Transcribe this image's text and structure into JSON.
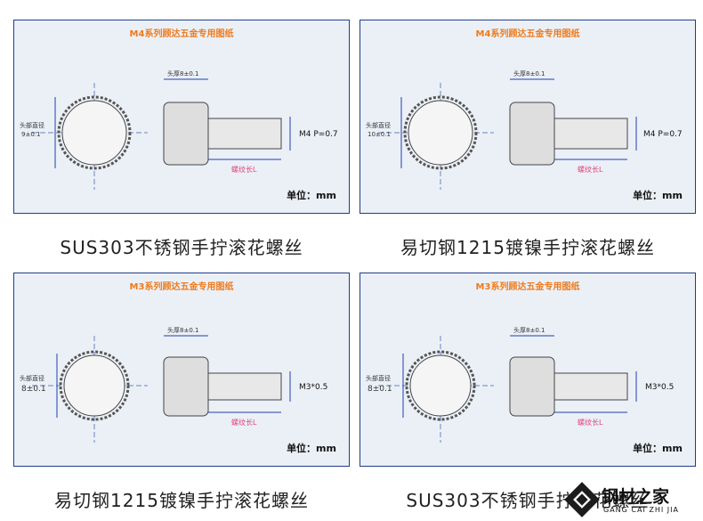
{
  "panels": [
    {
      "title": "M4系列顾达五金专用图纸",
      "dia_label": "头部直径",
      "dia_value": "9±0.1",
      "head_label": "头厚8±0.1",
      "thread": "M4  P=0.7",
      "thread_len": "螺纹长L",
      "unit": "单位：mm",
      "caption": "SUS303不锈钢手拧滚花螺丝"
    },
    {
      "title": "M4系列顾达五金专用图纸",
      "dia_label": "头部直径",
      "dia_value": "10±0.1",
      "head_label": "头厚8±0.1",
      "thread": "M4  P=0.7",
      "thread_len": "螺纹长L",
      "unit": "单位：mm",
      "caption": "易切钢1215镀镍手拧滚花螺丝"
    },
    {
      "title": "M3系列顾达五金专用图纸",
      "dia_label": "头部直径",
      "dia_value": "8±0.1",
      "head_label": "头厚8±0.1",
      "thread": "M3*0.5",
      "thread_len": "螺纹长L",
      "unit": "单位：mm",
      "caption": "易切钢1215镀镍手拧滚花螺丝"
    },
    {
      "title": "M3系列顾达五金专用图纸",
      "dia_label": "头部直径",
      "dia_value": "8±0.1",
      "head_label": "头厚8±0.1",
      "thread": "M3*0.5",
      "thread_len": "螺纹长L",
      "unit": "单位：mm",
      "caption": "SUS303不锈钢手拧滚花螺丝"
    }
  ],
  "brand": {
    "name": "钢材之家",
    "pinyin": "GANG CAI ZHI JIA"
  },
  "colors": {
    "dimension": "#1e3fae",
    "accent": "#f07a1a",
    "label": "#e0457a"
  }
}
